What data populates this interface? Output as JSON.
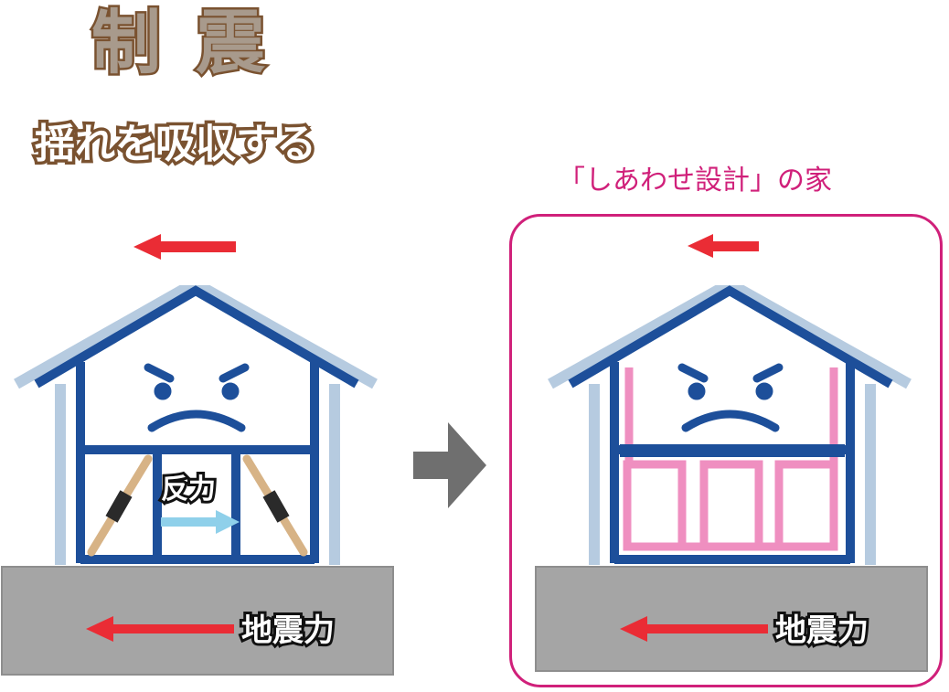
{
  "title": "制震",
  "subtitle": "揺れを吸収する",
  "house_label": "「しあわせ設計」の家",
  "left_house": {
    "reaction_label": "反力",
    "quake_label": "地震力"
  },
  "right_house": {
    "quake_label": "地震力"
  },
  "colors": {
    "frame": "#1d4f9a",
    "roof_outer": "#b6cbe0",
    "foundation": "#a5a5a5",
    "force_arrow": "#ea2c35",
    "reaction_arrow": "#8fd0ea",
    "brace_wood": "#d7b386",
    "damper": "#2a2a2a",
    "damper_wall": "#ef8fc0",
    "highlight": "#d0207a",
    "transition_arrow": "#6f6f6f",
    "title_stroke": "#7a5230",
    "title_fill": "#a89a8c"
  },
  "icons": [
    "angry-face-icon",
    "arrow-right-icon",
    "arrow-left-icon"
  ]
}
